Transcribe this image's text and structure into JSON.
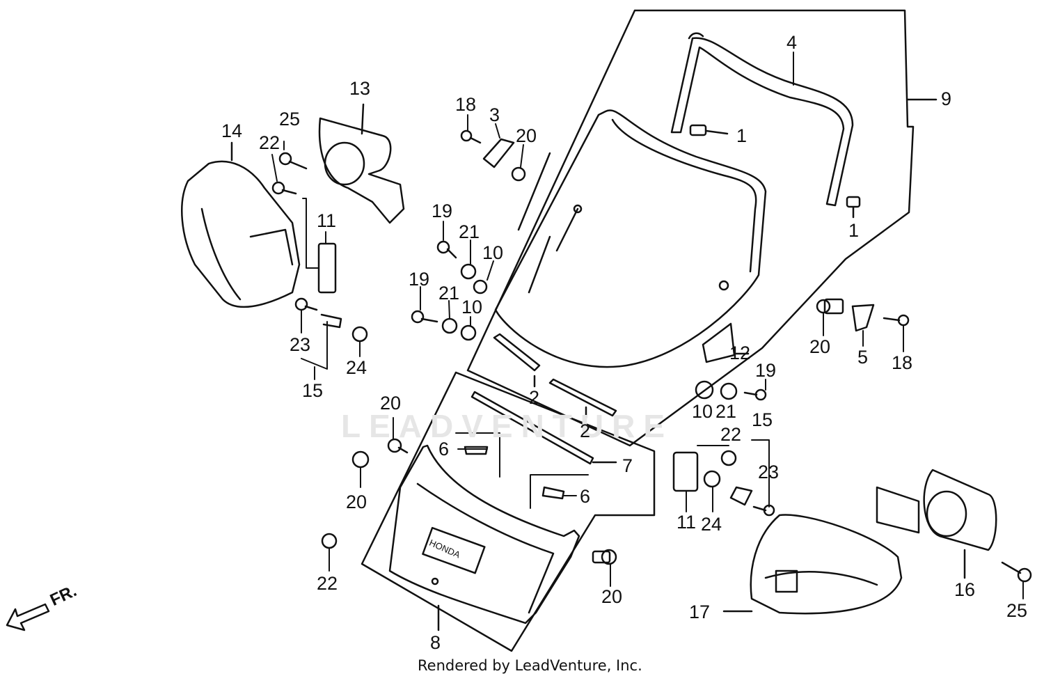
{
  "diagram": {
    "watermark": "LEADVENTURE",
    "footer": "Rendered by LeadVenture, Inc.",
    "direction_label": "FR.",
    "brand_emboss": "HONDA",
    "callouts": [
      "1",
      "1",
      "2",
      "2",
      "3",
      "4",
      "5",
      "6",
      "6",
      "7",
      "8",
      "9",
      "10",
      "10",
      "10",
      "11",
      "11",
      "12",
      "13",
      "14",
      "15",
      "15",
      "16",
      "17",
      "18",
      "18",
      "19",
      "19",
      "19",
      "20",
      "20",
      "20",
      "20",
      "20",
      "21",
      "21",
      "21",
      "22",
      "22",
      "22",
      "23",
      "23",
      "24",
      "24",
      "25",
      "25"
    ]
  }
}
